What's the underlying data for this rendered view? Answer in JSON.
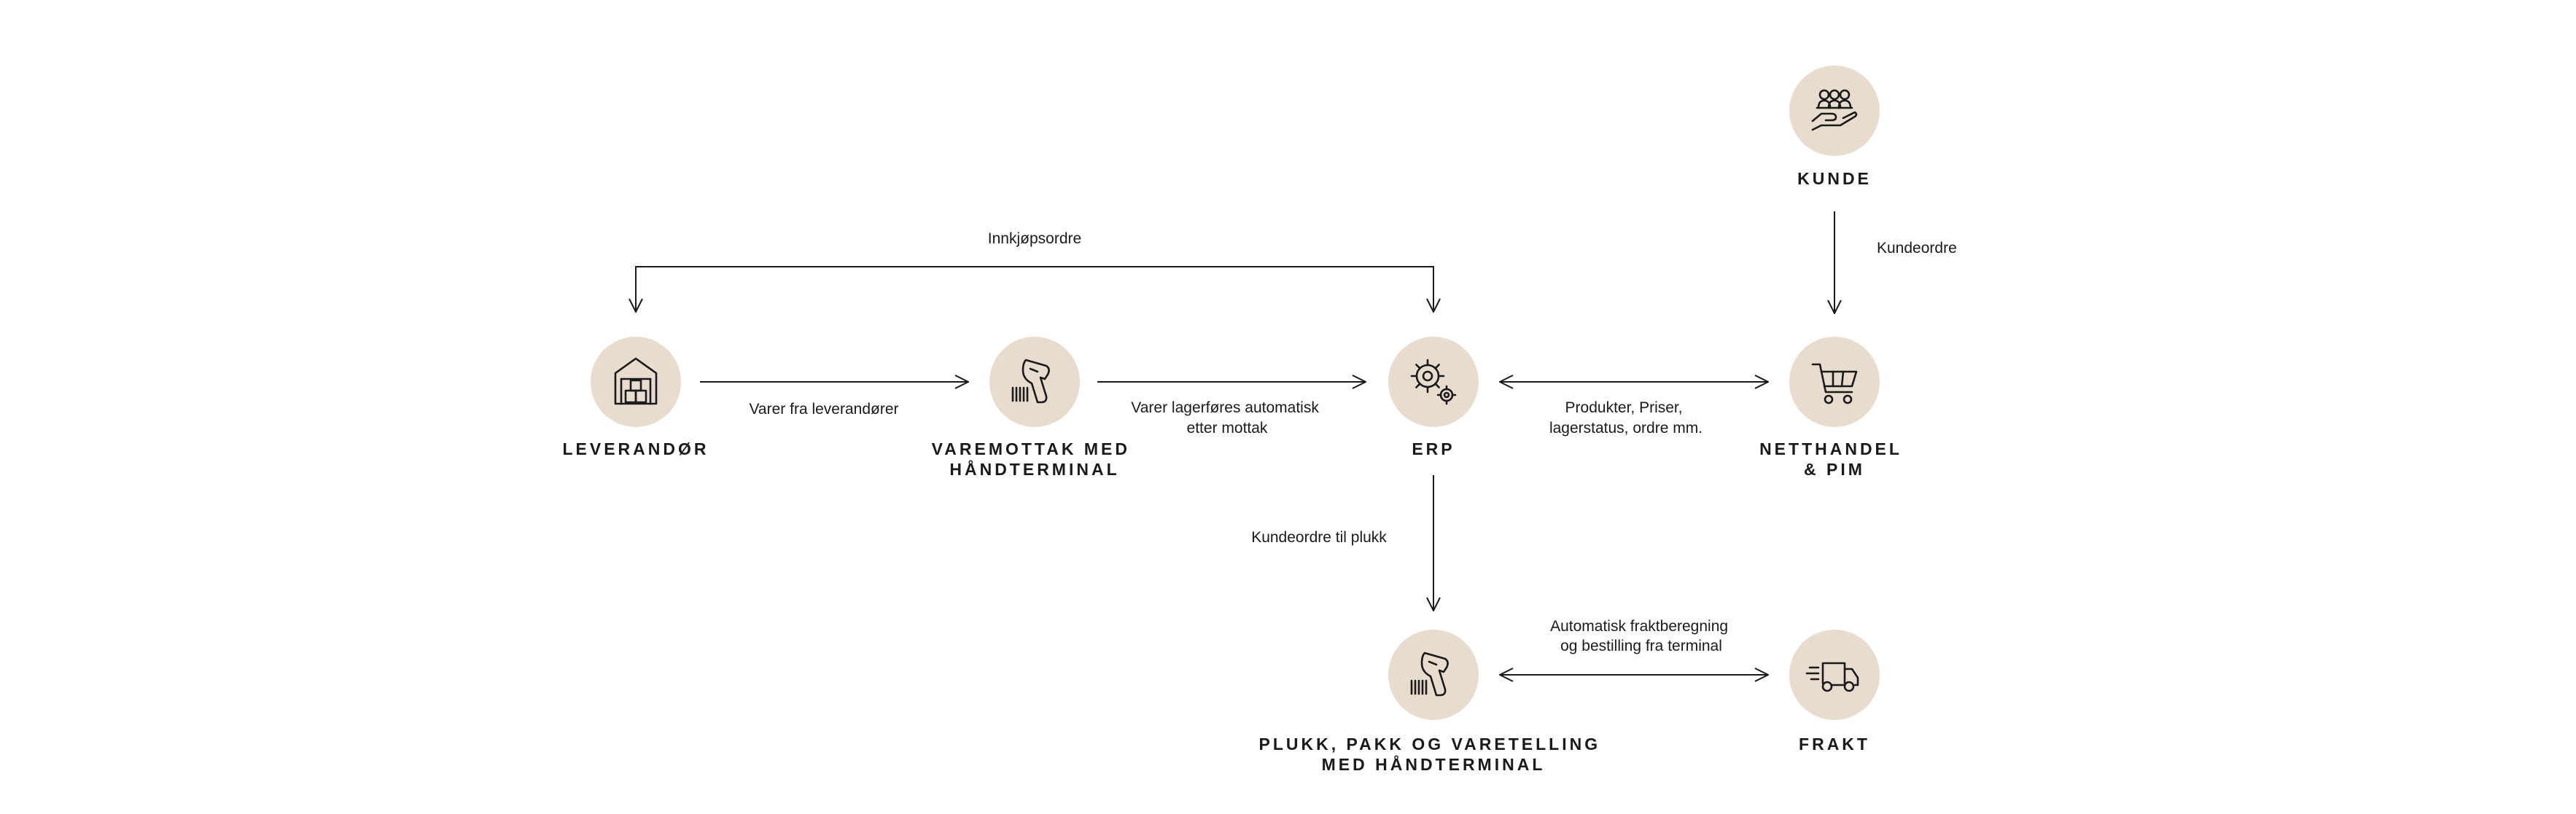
{
  "colors": {
    "node_fill": "#e8dccf",
    "line": "#1a1a1a",
    "text": "#1a1a1a",
    "background": "#ffffff"
  },
  "nodes": {
    "leverandor": {
      "label": [
        "LEVERANDØR"
      ],
      "icon": "warehouse-icon"
    },
    "varemottak": {
      "label": [
        "VAREMOTTAK MED",
        "HÅNDTERMINAL"
      ],
      "icon": "barcode-scanner-icon"
    },
    "erp": {
      "label": [
        "ERP"
      ],
      "icon": "gears-icon"
    },
    "netthandel": {
      "label": [
        "NETTHANDEL",
        "& PIM"
      ],
      "icon": "shopping-cart-icon"
    },
    "kunde": {
      "label": [
        "KUNDE"
      ],
      "icon": "hand-with-people-icon"
    },
    "plukk": {
      "label": [
        "PLUKK, PAKK OG VARETELLING",
        "MED HÅNDTERMINAL"
      ],
      "icon": "barcode-scanner-icon"
    },
    "frakt": {
      "label": [
        "FRAKT"
      ],
      "icon": "delivery-truck-icon"
    }
  },
  "edges": {
    "innkjopsordre": [
      "Innkjøpsordre"
    ],
    "varer_fra_leverandorer": [
      "Varer fra leverandører"
    ],
    "varer_lagerfores": [
      "Varer lagerføres automatisk",
      "etter mottak"
    ],
    "produkter_priser": [
      "Produkter, Priser,",
      "lagerstatus, ordre mm."
    ],
    "kundeordre": [
      "Kundeordre"
    ],
    "kundeordre_til_plukk": [
      "Kundeordre til plukk"
    ],
    "automatisk_frakt": [
      "Automatisk fraktberegning",
      "og bestilling fra terminal"
    ]
  }
}
